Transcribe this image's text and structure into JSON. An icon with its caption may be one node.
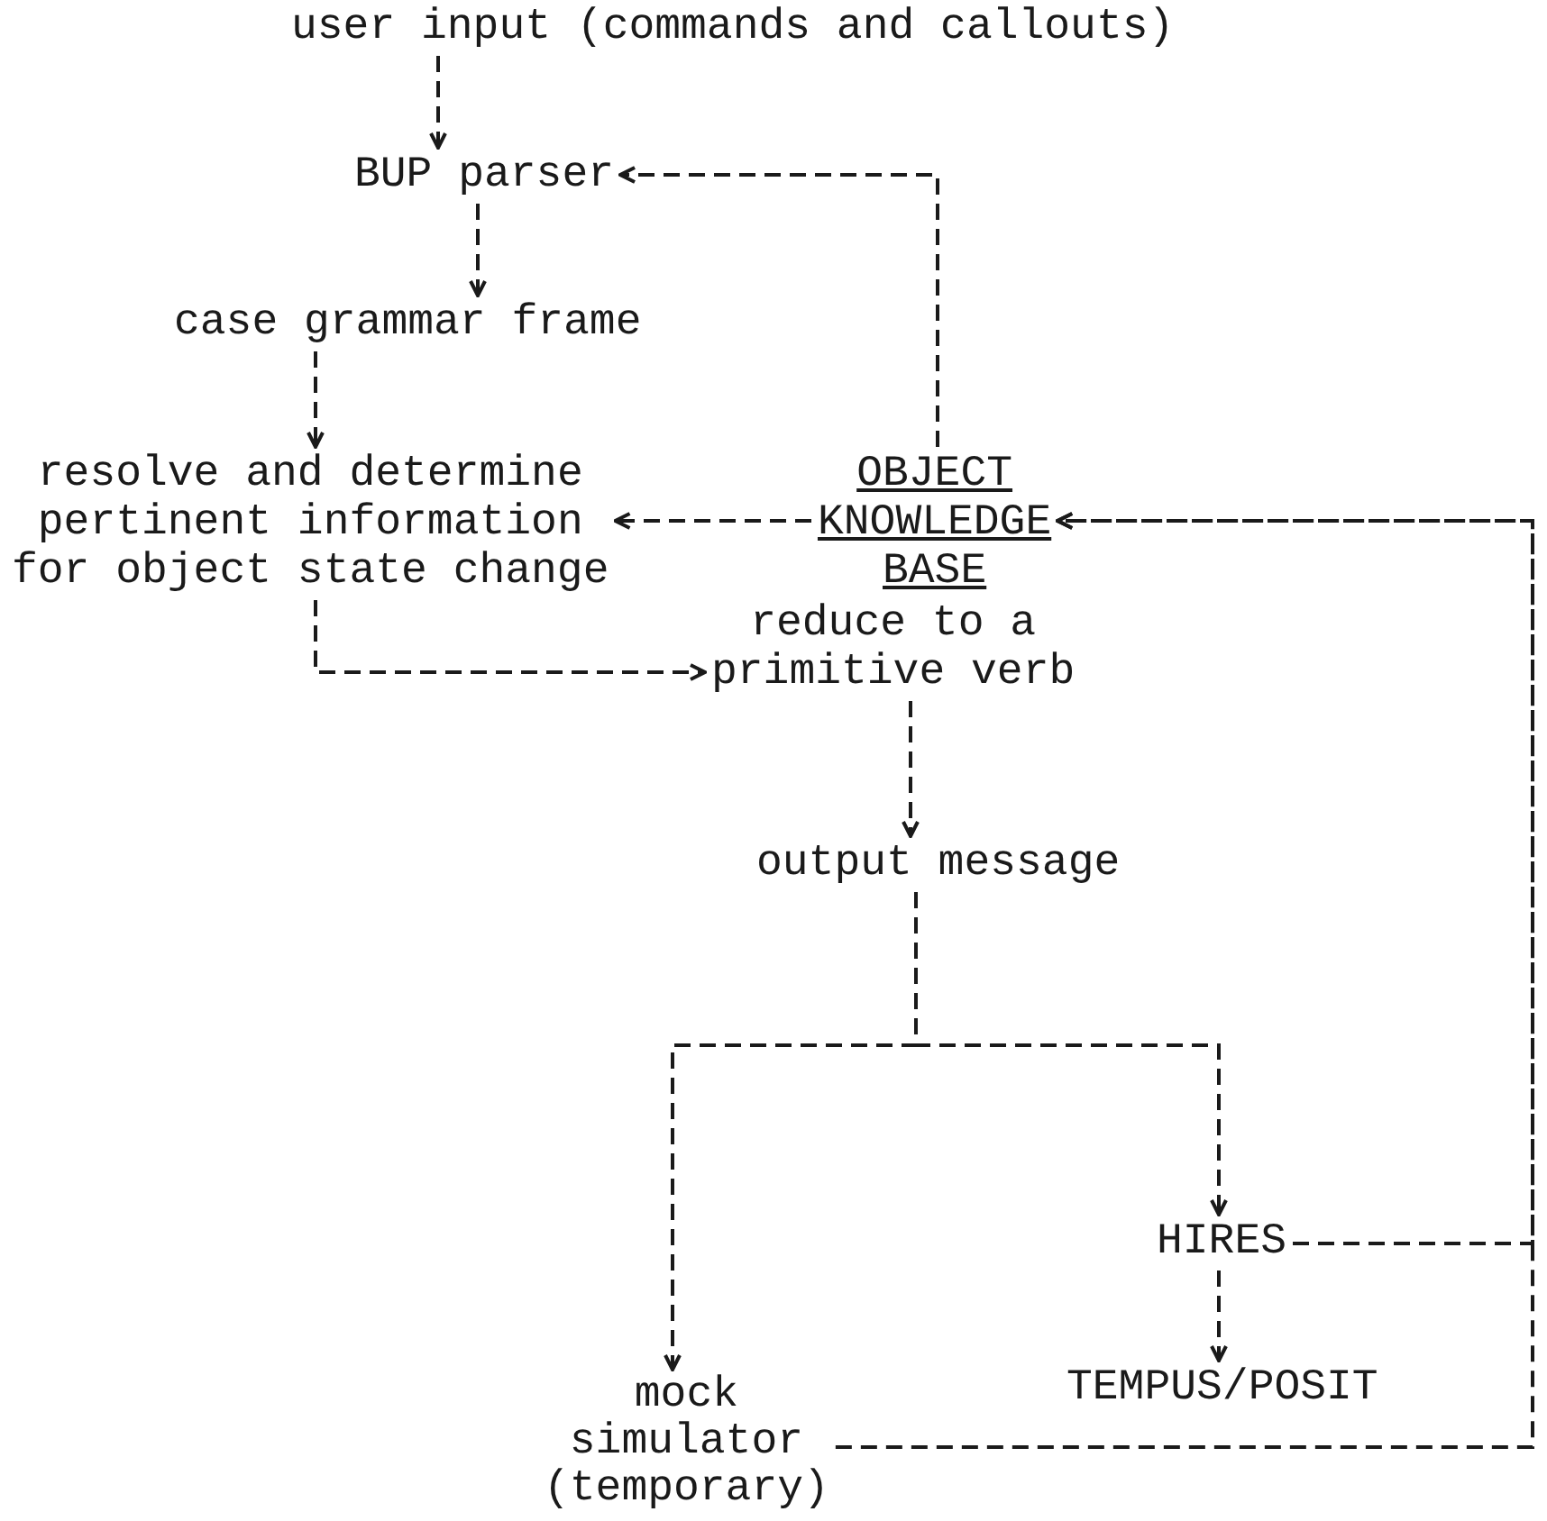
{
  "diagram": {
    "nodes": [
      {
        "text": [
          "user input (commands and callouts)"
        ]
      },
      {
        "text": [
          "BUP parser"
        ]
      },
      {
        "text": [
          "case grammar frame"
        ]
      },
      {
        "text": [
          "resolve and determine pertinent information for object state change"
        ]
      },
      {
        "text": [
          "OBJECT KNOWLEDGE BASE"
        ]
      },
      {
        "text": [
          "reduce to a primitive verb"
        ]
      },
      {
        "text": [
          "output message"
        ]
      },
      {
        "text": [
          "HIRES"
        ]
      },
      {
        "text": [
          "TEMPUS/POSIT"
        ]
      },
      {
        "text": [
          "mock simulator (temporary)"
        ]
      }
    ],
    "edges": [
      {
        "from": 0,
        "to": 1,
        "arrow": "to"
      },
      {
        "from": 1,
        "to": 2,
        "arrow": "to"
      },
      {
        "from": 2,
        "to": 3,
        "arrow": "to"
      },
      {
        "from": 4,
        "to": 1,
        "arrow": "to"
      },
      {
        "from": 4,
        "to": 3,
        "arrow": "to"
      },
      {
        "from": 3,
        "to": 5,
        "arrow": "to"
      },
      {
        "from": 5,
        "to": 6,
        "arrow": "to"
      },
      {
        "from": 6,
        "to": 9,
        "arrow": "to"
      },
      {
        "from": 6,
        "to": 7,
        "arrow": "to"
      },
      {
        "from": 7,
        "to": 8,
        "arrow": "to"
      },
      {
        "from": 7,
        "to": 4,
        "arrow": "to"
      },
      {
        "from": 9,
        "to": 4,
        "arrow": "to"
      }
    ]
  }
}
